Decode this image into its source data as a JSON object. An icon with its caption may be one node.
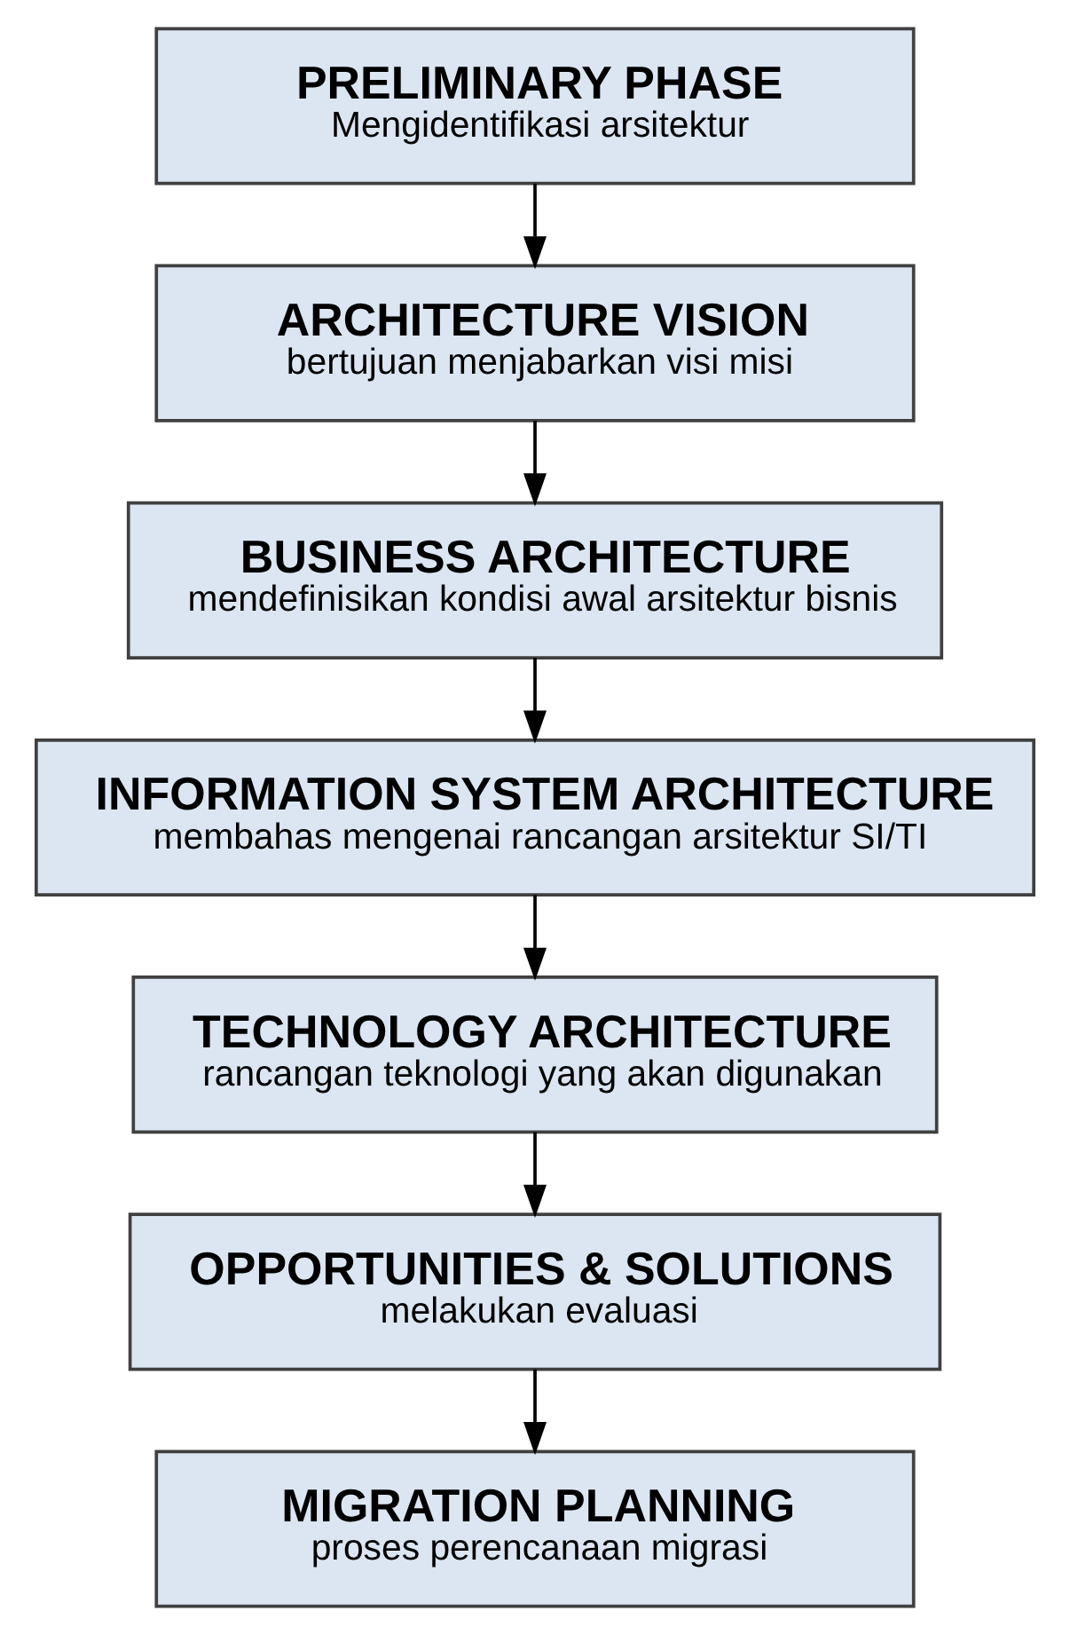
{
  "diagram": {
    "nodes": [
      {
        "text": [
          "PRELIMINARY PHASE",
          "Mengidentifikasi arsitektur"
        ]
      },
      {
        "text": [
          "ARCHITECTURE VISION",
          "bertujuan menjabarkan visi misi"
        ]
      },
      {
        "text": [
          "BUSINESS ARCHITECTURE",
          "mendefinisikan kondisi awal arsitektur bisnis"
        ]
      },
      {
        "text": [
          "INFORMATION SYSTEM ARCHITECTURE",
          "membahas mengenai rancangan arsitektur SI/TI"
        ]
      },
      {
        "text": [
          "TECHNOLOGY ARCHITECTURE",
          "rancangan teknologi yang akan digunakan"
        ]
      },
      {
        "text": [
          "OPPORTUNITIES & SOLUTIONS",
          "melakukan evaluasi"
        ]
      },
      {
        "text": [
          "MIGRATION PLANNING",
          "proses perencanaan migrasi"
        ]
      }
    ],
    "edges": [
      {
        "from": 0,
        "to": 1,
        "arrow": "to"
      },
      {
        "from": 1,
        "to": 2,
        "arrow": "to"
      },
      {
        "from": 2,
        "to": 3,
        "arrow": "to"
      },
      {
        "from": 3,
        "to": 4,
        "arrow": "to"
      },
      {
        "from": 4,
        "to": 5,
        "arrow": "to"
      },
      {
        "from": 5,
        "to": 6,
        "arrow": "to"
      }
    ]
  }
}
